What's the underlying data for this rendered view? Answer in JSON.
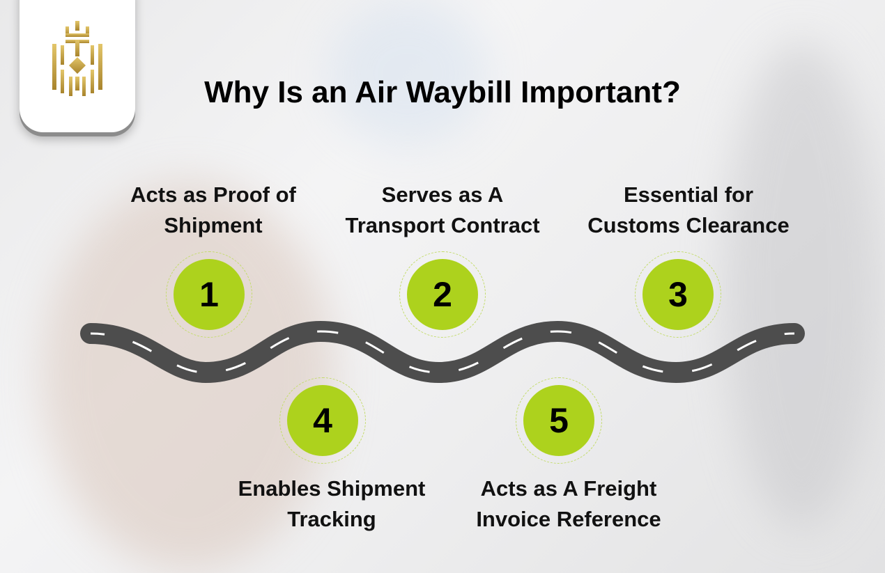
{
  "title": "Why Is an Air Waybill Important?",
  "logo": {
    "alt": "gold crest logo",
    "color": "#c9a646"
  },
  "accent_color": "#add21d",
  "road_color": "#4d4d4d",
  "steps": [
    {
      "number": "1",
      "line1": "Acts as Proof of",
      "line2": "Shipment"
    },
    {
      "number": "2",
      "line1": "Serves as A",
      "line2": "Transport Contract"
    },
    {
      "number": "3",
      "line1": "Essential for",
      "line2": "Customs Clearance"
    },
    {
      "number": "4",
      "line1": "Enables Shipment",
      "line2": "Tracking"
    },
    {
      "number": "5",
      "line1": "Acts as A Freight",
      "line2": "Invoice Reference"
    }
  ]
}
